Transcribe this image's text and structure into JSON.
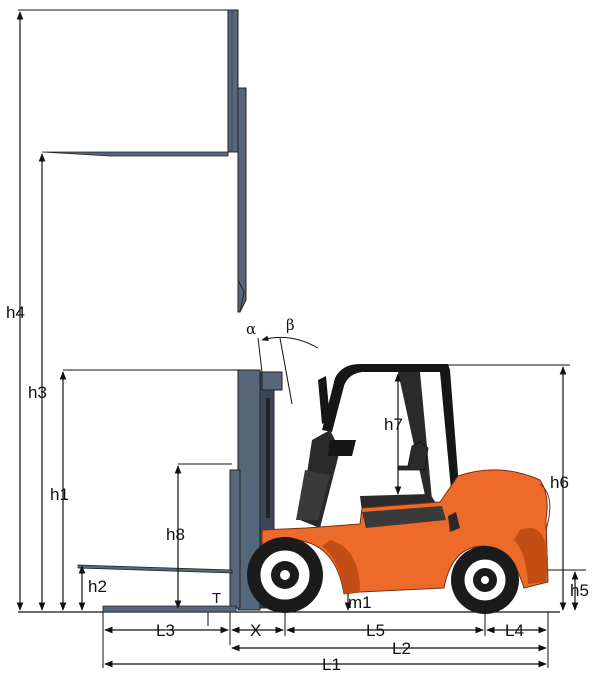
{
  "labels": {
    "h1": "h1",
    "h2": "h2",
    "h3": "h3",
    "h4": "h4",
    "h5": "h5",
    "h6": "h6",
    "h7": "h7",
    "h8": "h8",
    "L1": "L1",
    "L2": "L2",
    "L3": "L3",
    "L4": "L4",
    "L5": "L5",
    "X": "X",
    "T": "T",
    "m1": "m1",
    "alpha": "α",
    "beta": "β"
  },
  "colors": {
    "body": "#ee6a2a",
    "body_dark": "#c24e16",
    "mast": "#566779",
    "mast_dark": "#3b4756",
    "black": "#161616",
    "tire": "#1b1b1b",
    "rim": "#ffffff"
  }
}
